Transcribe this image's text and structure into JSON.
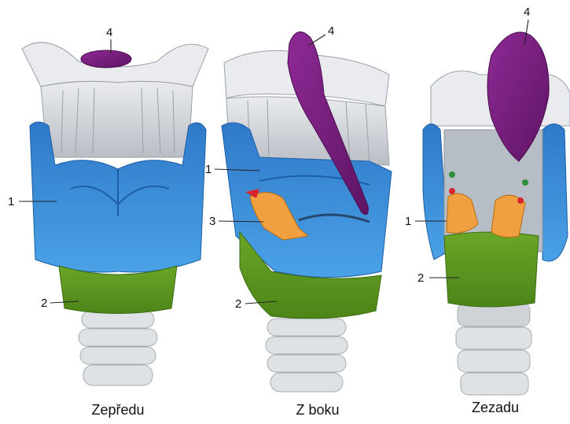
{
  "views": [
    {
      "id": "front",
      "caption": "Zepředu",
      "markers": [
        {
          "num": "4"
        },
        {
          "num": "1"
        },
        {
          "num": "2"
        }
      ]
    },
    {
      "id": "side",
      "caption": "Z boku",
      "markers": [
        {
          "num": "4"
        },
        {
          "num": "1"
        },
        {
          "num": "3"
        },
        {
          "num": "2"
        }
      ]
    },
    {
      "id": "back",
      "caption": "Zezadu",
      "markers": [
        {
          "num": "4"
        },
        {
          "num": "1"
        },
        {
          "num": "2"
        }
      ]
    }
  ],
  "colors": {
    "thyroid_cartilage": "#3d8fd8",
    "cricoid_cartilage": "#5f9a1e",
    "arytenoid_cartilage": "#f0a040",
    "epiglottis": "#7a1f82",
    "tissue_grey": "#cfd3d8",
    "trachea_ring": "#dfe2e5"
  }
}
